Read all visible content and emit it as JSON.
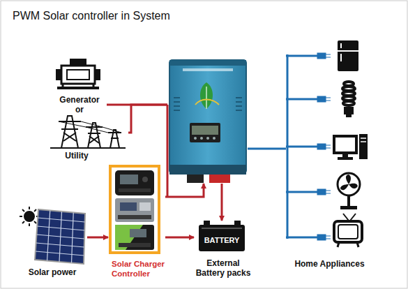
{
  "diagram": {
    "title": "PWM Solar controller in System",
    "nodes": [
      {
        "text": [
          "Generator or"
        ]
      },
      {
        "text": [
          "Utility"
        ]
      },
      {
        "text": []
      },
      {
        "text": [
          "Solar power"
        ]
      },
      {
        "text": [
          "Solar Charger Controller"
        ]
      },
      {
        "text": [
          "BATTERY",
          "External Battery packs"
        ]
      },
      {
        "text": [
          "Home Appliances"
        ]
      }
    ],
    "edges": [
      {
        "from": 0,
        "to": 2,
        "arrow": "none"
      },
      {
        "from": 1,
        "to": 2,
        "arrow": "none"
      },
      {
        "from": 3,
        "to": 4,
        "arrow": "to"
      },
      {
        "from": 4,
        "to": 5,
        "arrow": "to"
      },
      {
        "from": 4,
        "to": 2,
        "arrow": "to"
      },
      {
        "from": 2,
        "to": 5,
        "arrow": "to"
      },
      {
        "from": 2,
        "to": 6,
        "arrow": "none"
      }
    ]
  }
}
